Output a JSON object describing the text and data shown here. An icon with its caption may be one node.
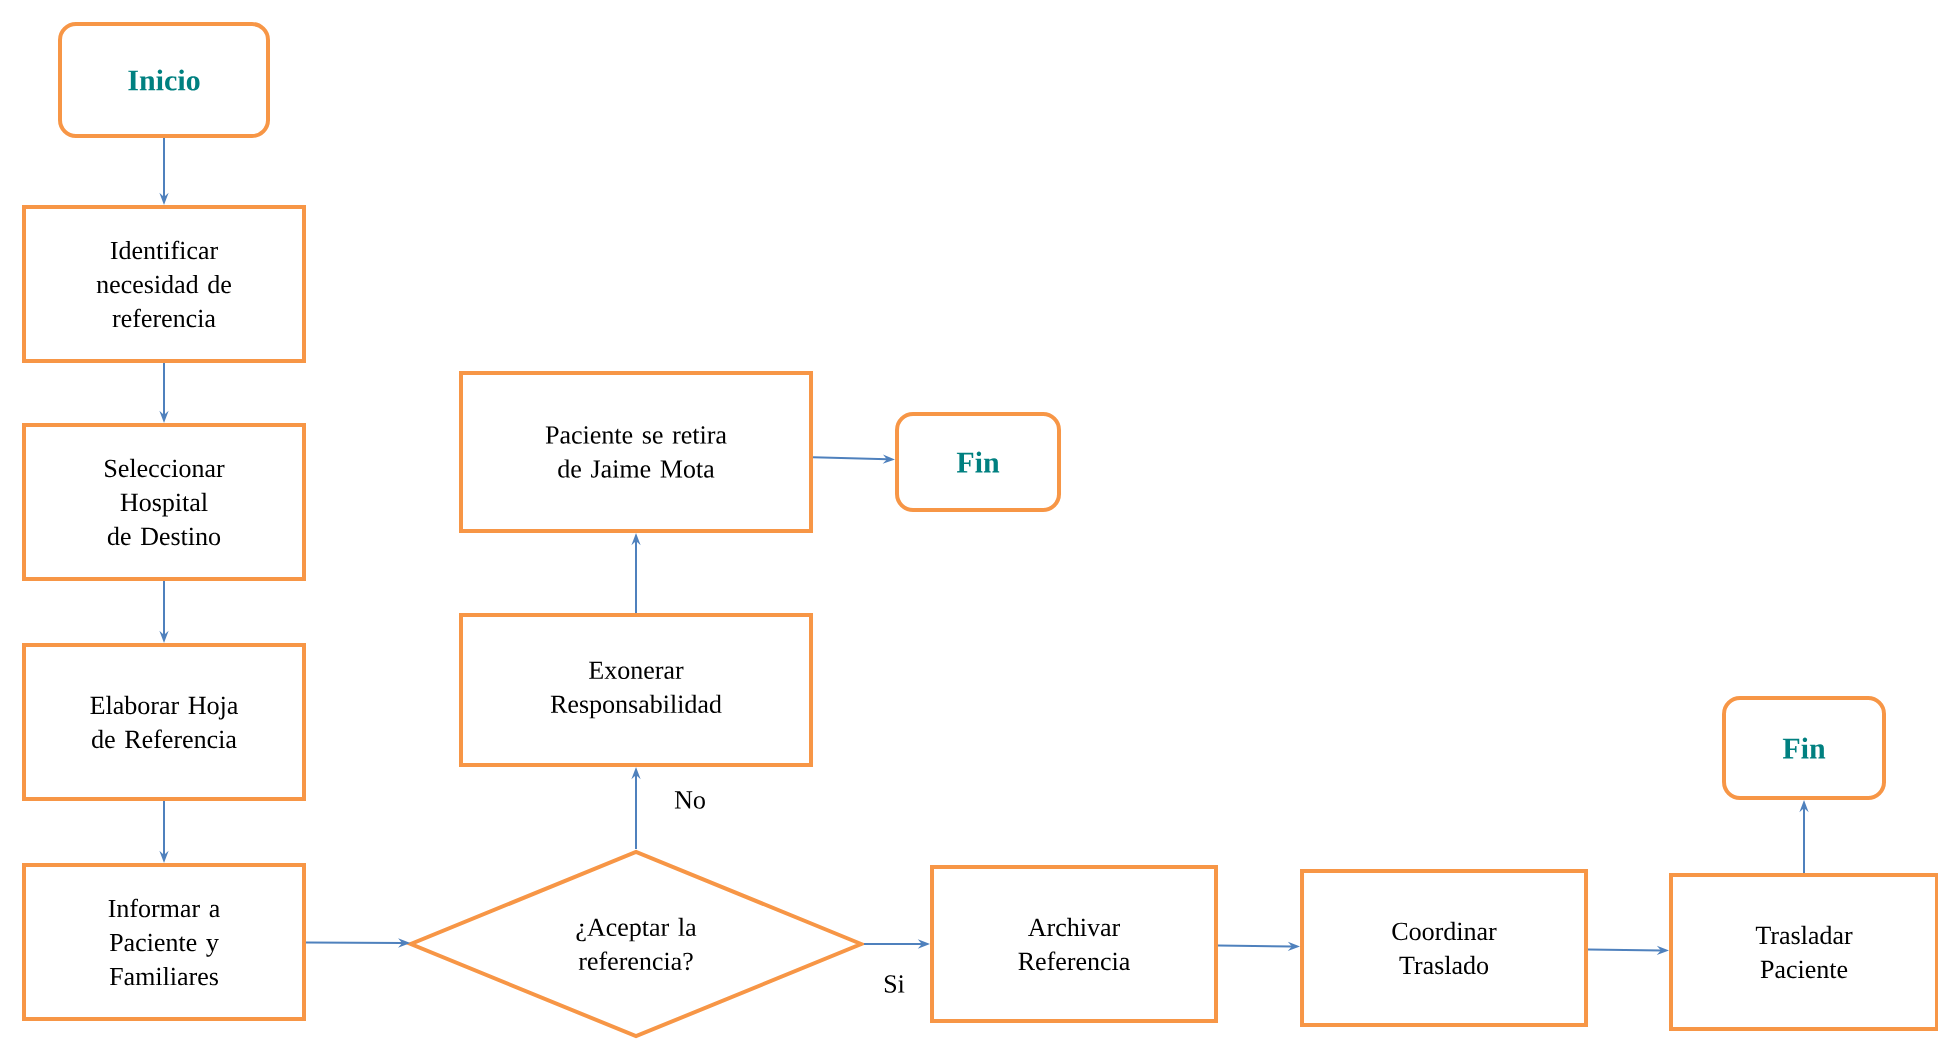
{
  "diagram": {
    "nodes": [
      {
        "text": [
          "Inicio"
        ]
      },
      {
        "text": [
          "Identificar necesidad de referencia"
        ]
      },
      {
        "text": [
          "Seleccionar Hospital de Destino"
        ]
      },
      {
        "text": [
          "Elaborar Hoja de Referencia"
        ]
      },
      {
        "text": [
          "Informar a Paciente y Familiares"
        ]
      },
      {
        "text": [
          "¿Aceptar la referencia?"
        ]
      },
      {
        "text": [
          "Paciente se retira de Jaime Mota"
        ]
      },
      {
        "text": [
          "Fin"
        ]
      },
      {
        "text": [
          "Exonerar Responsabilidad"
        ]
      },
      {
        "text": [
          "Archivar Referencia"
        ]
      },
      {
        "text": [
          "Coordinar Traslado"
        ]
      },
      {
        "text": [
          "Fin"
        ]
      },
      {
        "text": [
          "Trasladar Paciente"
        ]
      }
    ],
    "edges": [
      {
        "from": 0,
        "to": 1,
        "arrow": "to"
      },
      {
        "from": 1,
        "to": 2,
        "arrow": "to"
      },
      {
        "from": 2,
        "to": 3,
        "arrow": "to"
      },
      {
        "from": 3,
        "to": 4,
        "arrow": "to"
      },
      {
        "from": 4,
        "to": 5,
        "arrow": "to"
      },
      {
        "from": 5,
        "to": 8,
        "arrow": "to",
        "label": "No"
      },
      {
        "from": 8,
        "to": 6,
        "arrow": "to"
      },
      {
        "from": 6,
        "to": 7,
        "arrow": "to"
      },
      {
        "from": 5,
        "to": 9,
        "arrow": "to",
        "label": "Si"
      },
      {
        "from": 9,
        "to": 10,
        "arrow": "to"
      },
      {
        "from": 10,
        "to": 12,
        "arrow": "to"
      },
      {
        "from": 12,
        "to": 11,
        "arrow": "to"
      }
    ]
  }
}
